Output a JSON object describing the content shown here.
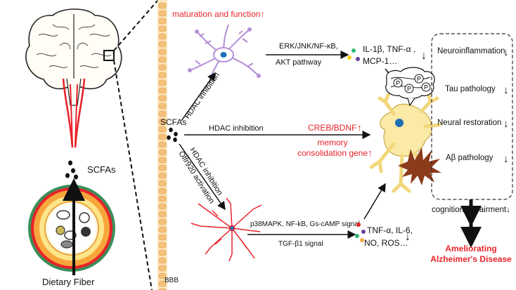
{
  "left_panel": {
    "scfas_label": "SCFAs",
    "dietary_fiber_label": "Dietary Fiber"
  },
  "bbb_label": "BBB",
  "microglia": {
    "maturation_text": "maturation and function↑",
    "pathway_line1": "ERK/JNK/NF-κB,",
    "pathway_line2": "AKT pathway",
    "cytokines_line1": "IL-1β, TNF-α ,",
    "cytokines_line2": "MCP-1…",
    "arrow_down": "↓"
  },
  "center": {
    "scfas_label": "SCFAs",
    "hdac_upper": "HDAC inhibition",
    "hdac_middle": "HDAC inhibition",
    "hdac_lower": "HDAC inhibition",
    "olfr920": "Olfr920 activation",
    "creb": "CREB/BDNF",
    "creb_arrow": "↑",
    "memory_line1": "memory",
    "memory_line2": "consolidation gene",
    "memory_arrow": "↑"
  },
  "astrocyte": {
    "pathway_line1": "p38MAPK, NF-kB, Gs-cAMP signal",
    "pathway_line2": "TGF-β1 signal",
    "cytokines_line1": "TNF-α, IL-6,",
    "cytokines_line2": "NO, ROS…",
    "arrow_down": "↓"
  },
  "tau_label": "P",
  "outcomes": [
    {
      "label": "Neuroinflammation",
      "arrow": "↓"
    },
    {
      "label": "Tau pathology",
      "arrow": "↓"
    },
    {
      "label": "Neural restoration",
      "arrow": "↓"
    },
    {
      "label": "Aβ pathology",
      "arrow": "↓"
    }
  ],
  "cognition": "cognition impairment↓",
  "conclusion_line1": "Ameliorating",
  "conclusion_line2": "Alzheimer's Disease",
  "colors": {
    "red": "#e8232a",
    "microglia": "#b48fd6",
    "astrocyte": "#e8232a",
    "neuron": "#fbe9a6",
    "amyloid": "#8b3a1a",
    "nucleus": "#1f6fb5",
    "bbb": "#f5c07a",
    "dot_green": "#2bb673",
    "dot_yellow": "#f7d117",
    "dot_purple": "#6a3fa0",
    "dot_red": "#e8232a"
  }
}
